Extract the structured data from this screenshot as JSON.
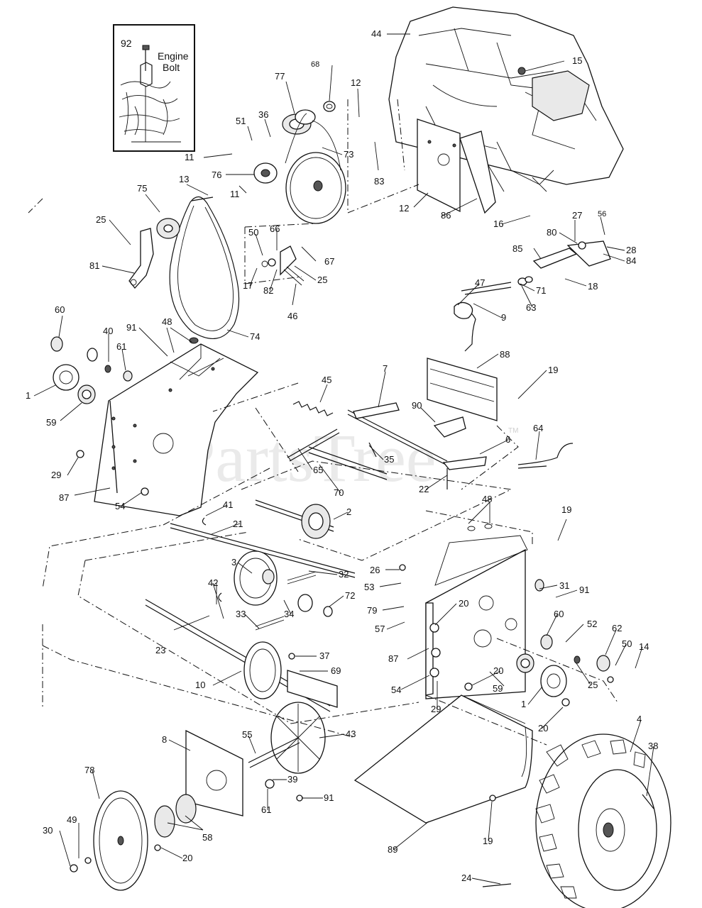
{
  "watermark": {
    "text": "PartsTree",
    "tm": "TM"
  },
  "inset": {
    "callout": "92",
    "label_line1": "Engine",
    "label_line2": "Bolt"
  },
  "callouts": [
    "44",
    "15",
    "68",
    "12",
    "77",
    "36",
    "51",
    "73",
    "11",
    "76",
    "13",
    "83",
    "75",
    "11",
    "25",
    "12",
    "86",
    "16",
    "27",
    "56",
    "80",
    "28",
    "84",
    "85",
    "18",
    "50",
    "66",
    "67",
    "81",
    "17",
    "25",
    "82",
    "46",
    "47",
    "71",
    "63",
    "9",
    "74",
    "60",
    "48",
    "91",
    "40",
    "61",
    "1",
    "59",
    "45",
    "7",
    "88",
    "19",
    "90",
    "64",
    "6",
    "35",
    "65",
    "29",
    "87",
    "70",
    "22",
    "54",
    "48",
    "41",
    "2",
    "19",
    "21",
    "3",
    "32",
    "31",
    "91",
    "26",
    "53",
    "42",
    "72",
    "79",
    "57",
    "20",
    "60",
    "52",
    "62",
    "50",
    "14",
    "33",
    "34",
    "37",
    "23",
    "87",
    "10",
    "69",
    "20",
    "59",
    "1",
    "25",
    "54",
    "29",
    "20",
    "4",
    "38",
    "8",
    "55",
    "43",
    "39",
    "78",
    "61",
    "91",
    "49",
    "30",
    "58",
    "20",
    "19",
    "89",
    "24"
  ]
}
